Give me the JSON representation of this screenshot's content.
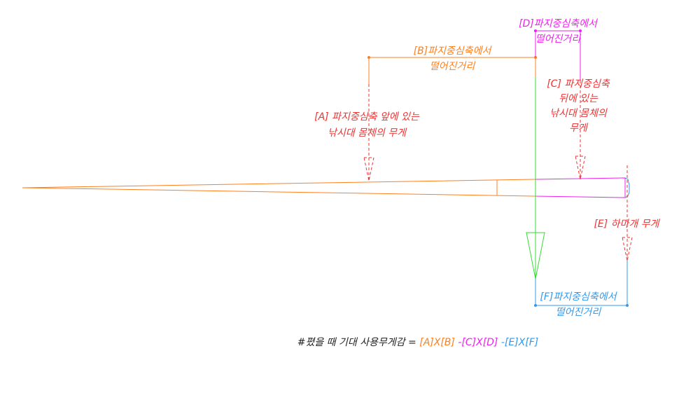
{
  "colors": {
    "orange": "#ff7f1e",
    "magenta": "#ee22ee",
    "green": "#33dd33",
    "red": "#ee3333",
    "blue": "#3399ee",
    "black": "#222222"
  },
  "labels": {
    "a_line1": "[A] 파지중심축 앞에 있는",
    "a_line2": "낚시대 몸체의 무게",
    "b_line1": "[B]파지중심축에서",
    "b_line2": "떨어진거리",
    "c_line1": "[C] 파지중심축",
    "c_line2": "뒤에 있는",
    "c_line3": "낚시대 몸체의",
    "c_line4": "무게",
    "d_line1": "[D]파지중심축에서",
    "d_line2": "떨어진거리",
    "e_line1": "[E] 하마개 무게",
    "f_line1": "[F]파지중심축에서",
    "f_line2": "떨어진거리"
  },
  "formula": {
    "prefix": "#폈을 때 기대 사용무게감 = ",
    "term_a": "[A]",
    "x1": "X",
    "term_b": "[B]",
    "minus1": " -",
    "term_c": "[C]",
    "x2": "X",
    "term_d": "[D]",
    "minus2": " -",
    "term_e": "[E]",
    "x3": "X",
    "term_f": "[F]"
  }
}
